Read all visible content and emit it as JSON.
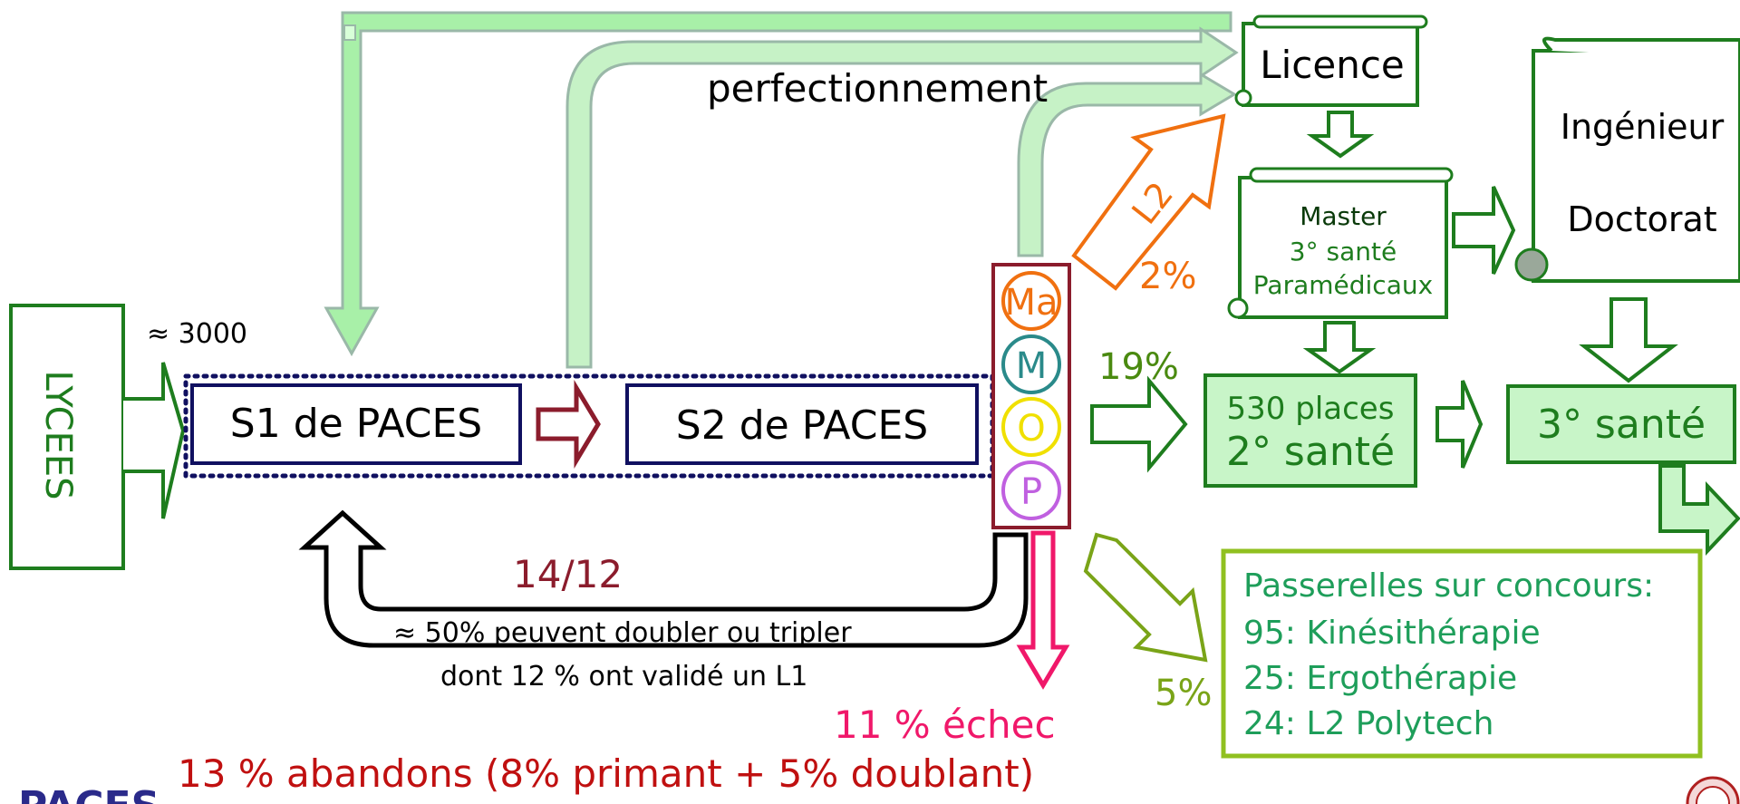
{
  "lycees": {
    "label": "LYCEES"
  },
  "entry_count": "≈ 3000",
  "s1": {
    "label": "S1 de PACES"
  },
  "s2": {
    "label": "S2 de PACES"
  },
  "mmop": {
    "ma": "Ma",
    "m": "M",
    "o": "O",
    "p": "P"
  },
  "perfectionnement": "perfectionnement",
  "l2_arrow": {
    "label": "L2",
    "pct": "2%"
  },
  "pct_19": "19%",
  "pct_5": "5%",
  "licence": "Licence",
  "master": {
    "line1": "Master",
    "line2": "3° santé",
    "line3": "Paramédicaux"
  },
  "ingenieur": {
    "line1": "Ingénieur",
    "line2": "Doctorat"
  },
  "places": {
    "line1": "530 places",
    "line2": "2° santé"
  },
  "sante3": "3° santé",
  "passerelles": {
    "title": "Passerelles sur concours:",
    "items": [
      "95: Kinésithérapie",
      "25: Ergothérapie",
      "24: L2 Polytech"
    ]
  },
  "redoublement": {
    "ratio": "14/12",
    "line1": "≈ 50% peuvent doubler ou tripler",
    "line2": "dont 12 % ont validé un L1"
  },
  "echec": "11 % échec",
  "abandons": "13 % abandons (8% primant + 5% doublant)",
  "corner_label": "PACES",
  "colors": {
    "green_dark": "#1e7d1e",
    "green_fill": "#c8f5c8",
    "green_light_arrow": "#c6f2c6",
    "green_arrow_stroke": "#9ab8a8",
    "navy": "#101060",
    "maroon": "#8b1c2c",
    "orange": "#f07010",
    "teal": "#2a8a8a",
    "yellow": "#f0e000",
    "violet": "#c060e0",
    "pink": "#f0186a",
    "olive": "#7aa418",
    "red": "#c01010"
  }
}
